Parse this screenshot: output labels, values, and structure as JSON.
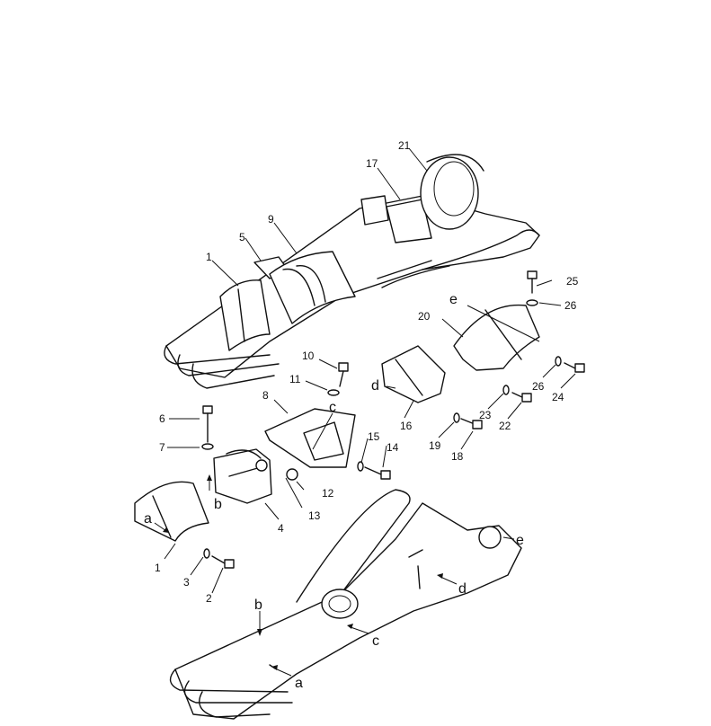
{
  "callouts": [
    "1",
    "2",
    "3",
    "4",
    "5",
    "6",
    "7",
    "8",
    "9",
    "10",
    "11",
    "12",
    "13",
    "14",
    "15",
    "16",
    "17",
    "18",
    "19",
    "20",
    "21",
    "22",
    "23",
    "24",
    "25",
    "26"
  ],
  "refs": [
    "a",
    "b",
    "c",
    "d",
    "e"
  ]
}
